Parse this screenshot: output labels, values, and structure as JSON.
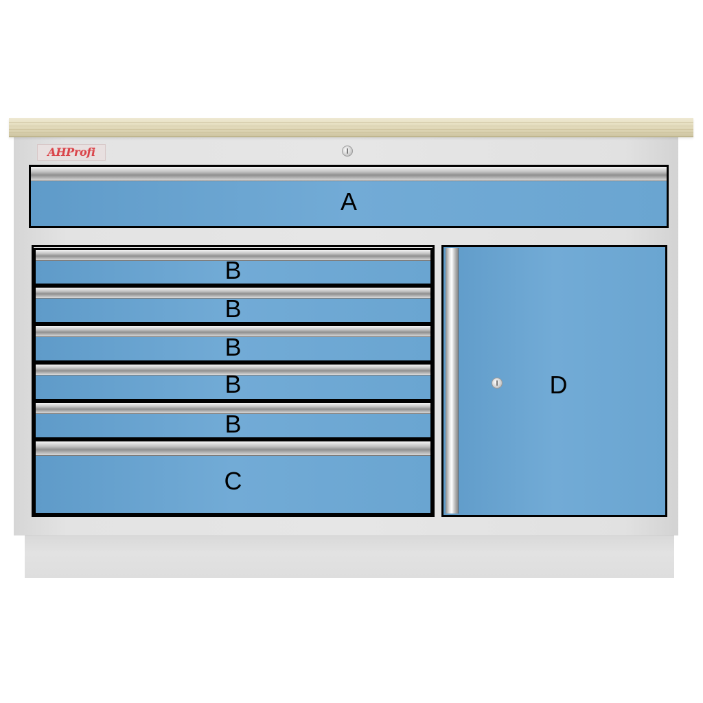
{
  "brand": {
    "logo_text": "AHProfi"
  },
  "panels": {
    "top_drawer": {
      "label": "A"
    },
    "small_drawers": [
      {
        "label": "B"
      },
      {
        "label": "B"
      },
      {
        "label": "B"
      },
      {
        "label": "B"
      },
      {
        "label": "B"
      }
    ],
    "large_drawer": {
      "label": "C"
    },
    "door": {
      "label": "D"
    }
  },
  "colors": {
    "panel_blue": "#6aa5d1",
    "outline": "#000000",
    "cabinet_grey": "#e3e3e3",
    "worktop_wood": "#e6dfc2",
    "brand_red": "#d9444a"
  }
}
